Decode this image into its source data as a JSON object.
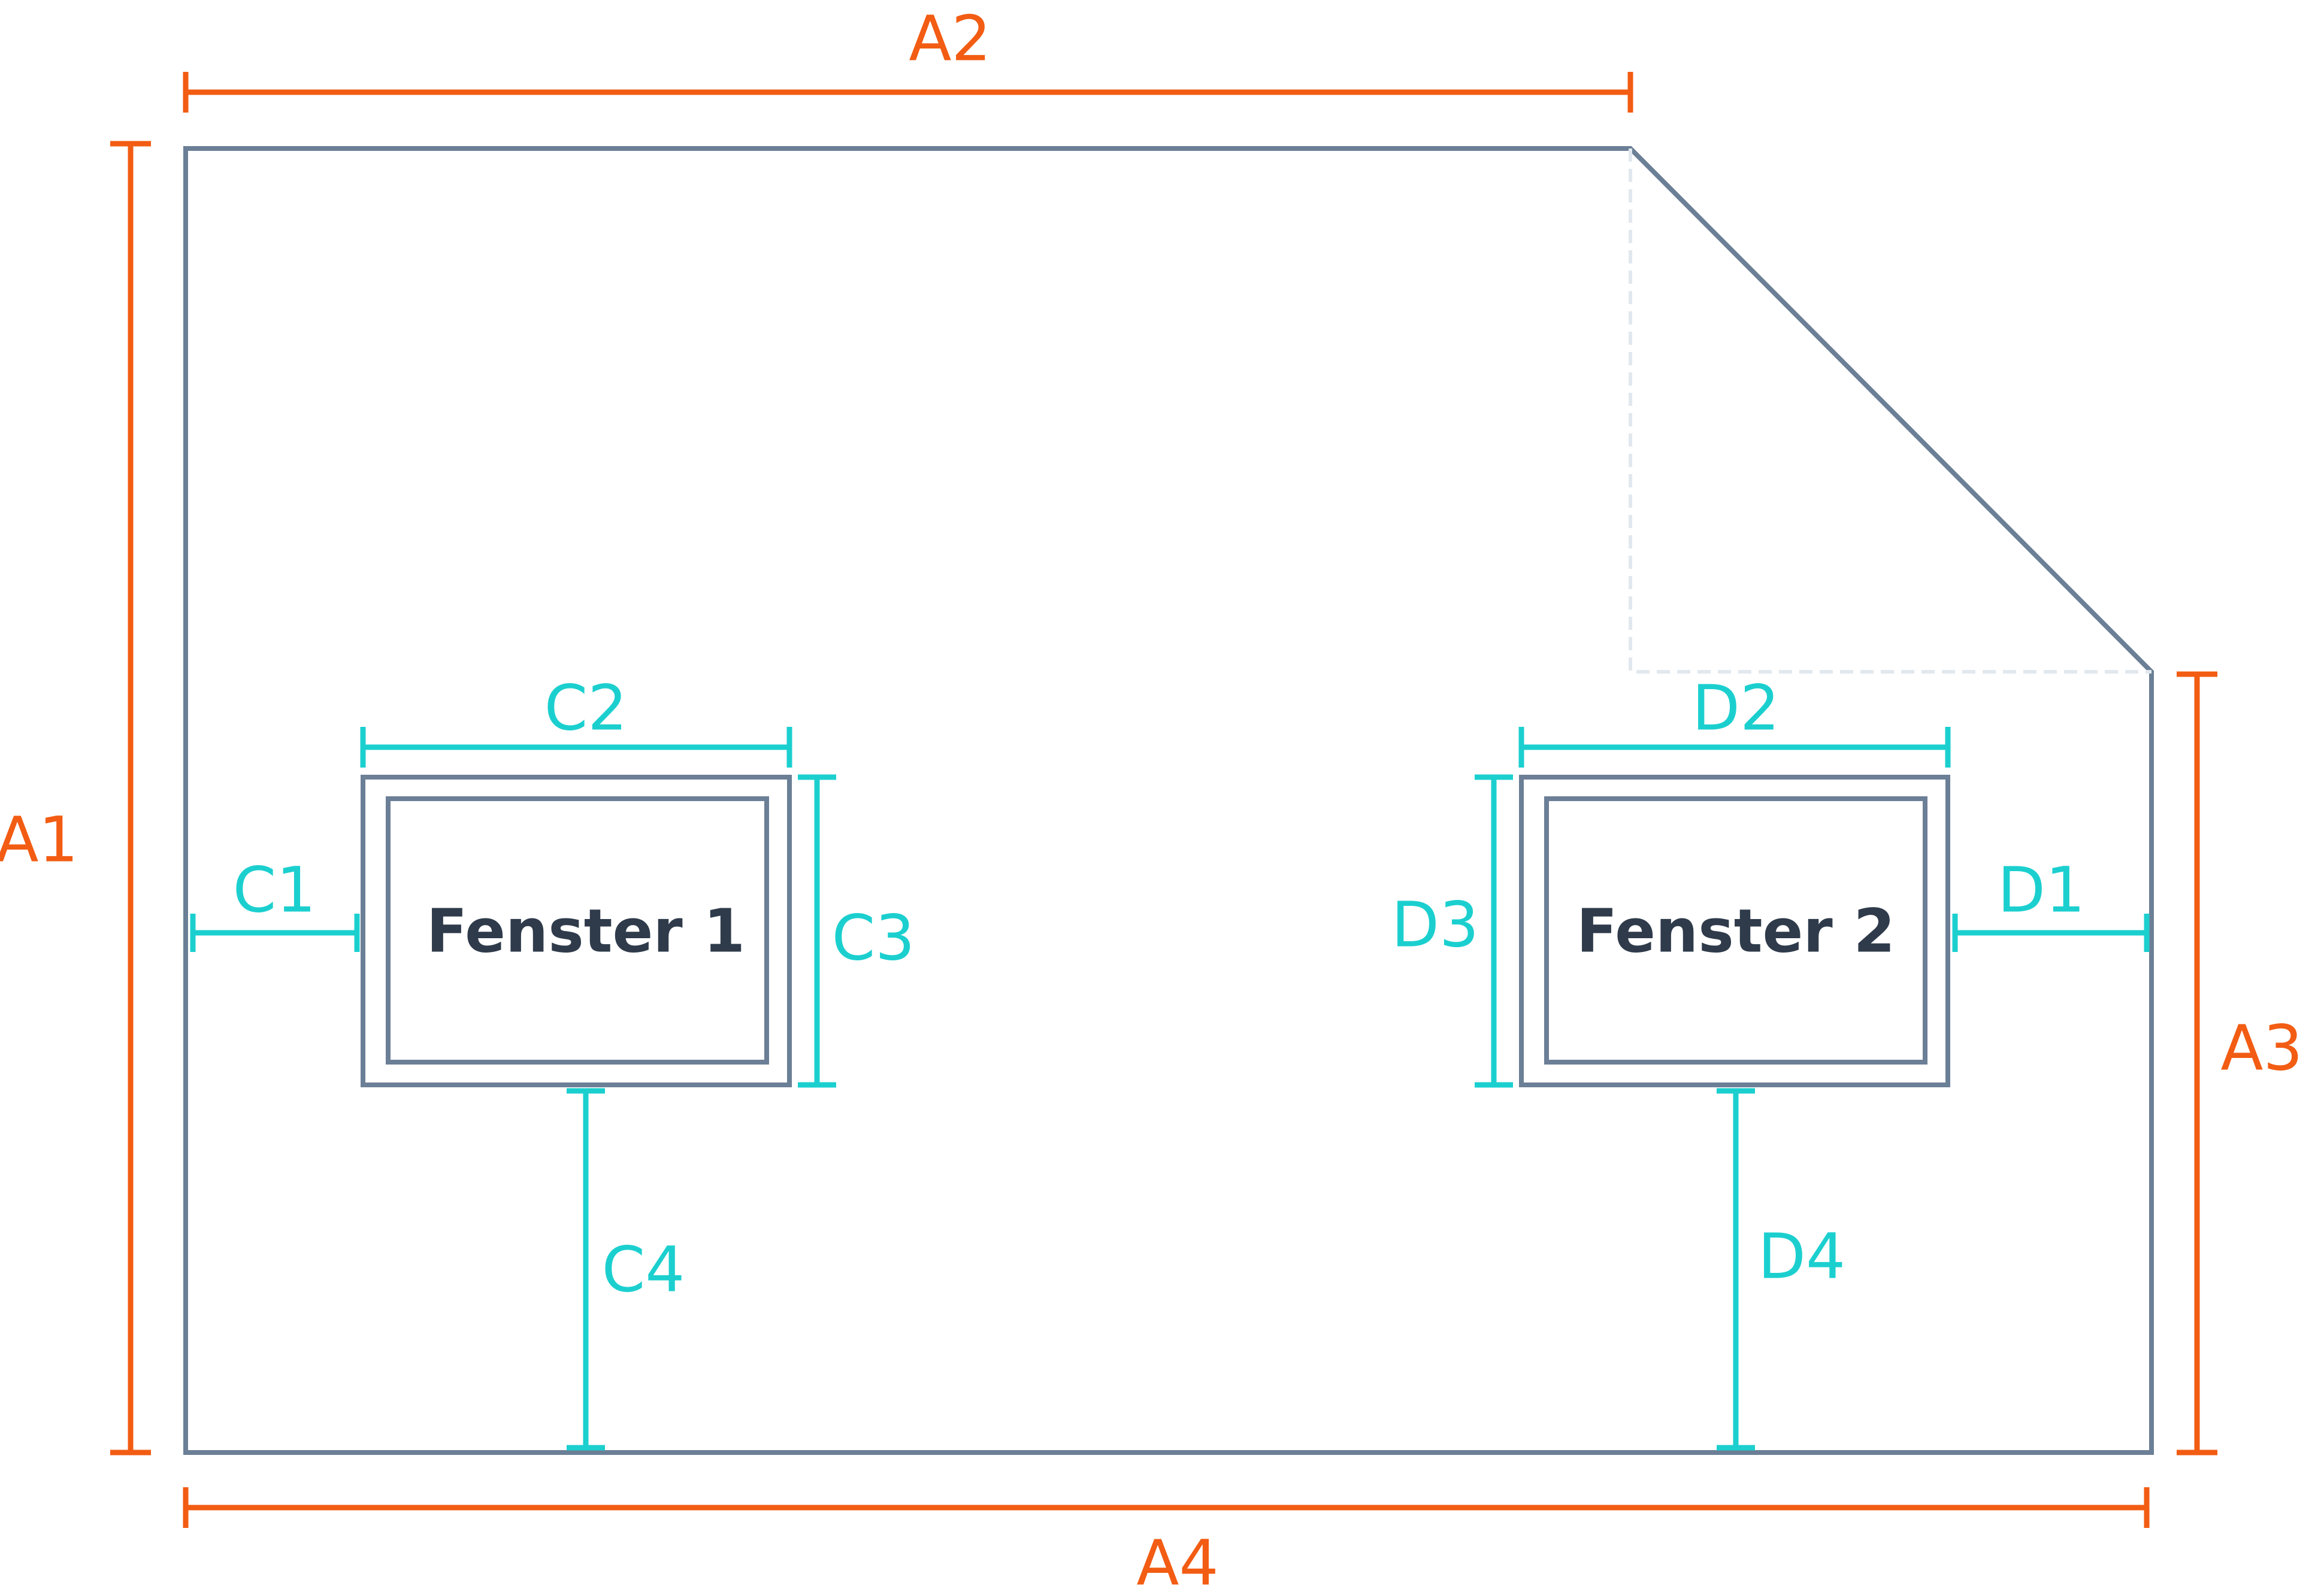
{
  "dimensions": {
    "a1": "A1",
    "a2": "A2",
    "a3": "A3",
    "a4": "A4",
    "c1": "C1",
    "c2": "C2",
    "c3": "C3",
    "c4": "C4",
    "d1": "D1",
    "d2": "D2",
    "d3": "D3",
    "d4": "D4"
  },
  "windows": {
    "window1": "Fenster 1",
    "window2": "Fenster 2"
  },
  "colors": {
    "outline": "#6b7f96",
    "outer_dimension": "#f25c13",
    "window_dimension": "#1ccfcf",
    "window_label": "#2f3b4b"
  }
}
